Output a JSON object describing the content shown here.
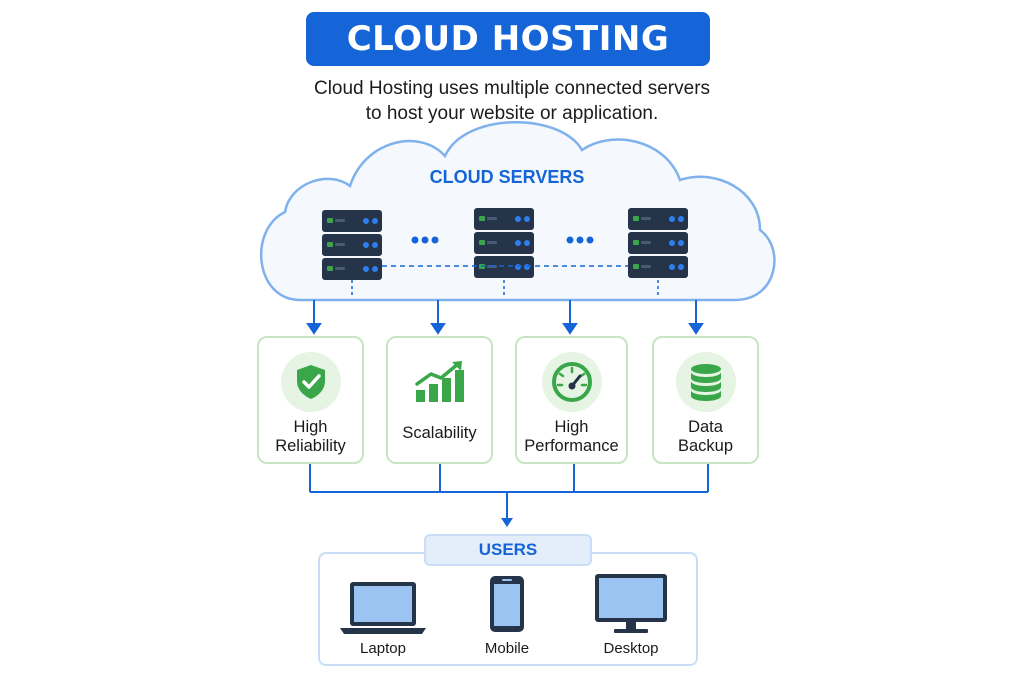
{
  "header": {
    "title": "CLOUD HOSTING",
    "subtitle_line1": "Cloud Hosting uses multiple connected servers",
    "subtitle_line2": "to host your website or application."
  },
  "cloud": {
    "label": "CLOUD SERVERS",
    "server_icon": "server-rack-icon",
    "separator": "•••"
  },
  "features": [
    {
      "label_line1": "High",
      "label_line2": "Reliability",
      "icon": "shield-check-icon"
    },
    {
      "label_line1": "Scalability",
      "label_line2": "",
      "icon": "growth-chart-icon"
    },
    {
      "label_line1": "High",
      "label_line2": "Performance",
      "icon": "speedometer-icon"
    },
    {
      "label_line1": "Data",
      "label_line2": "Backup",
      "icon": "database-icon"
    }
  ],
  "users": {
    "label": "USERS",
    "devices": [
      {
        "label": "Laptop",
        "icon": "laptop-icon"
      },
      {
        "label": "Mobile",
        "icon": "mobile-icon"
      },
      {
        "label": "Desktop",
        "icon": "desktop-icon"
      }
    ]
  },
  "colors": {
    "primary_blue": "#1565d8",
    "cloud_outline": "#7fb2ec",
    "cloud_fill": "#f5f9fe",
    "server_dark": "#26344a",
    "feature_green": "#3aa64a",
    "feature_border": "#c6e6c1",
    "device_screen": "#9cc4f3"
  }
}
